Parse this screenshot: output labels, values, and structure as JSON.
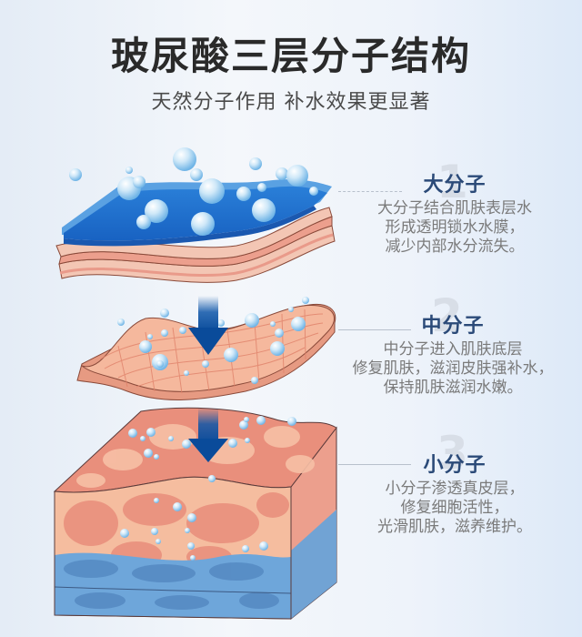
{
  "header": {
    "title": "玻尿酸三层分子结构",
    "subtitle": "天然分子作用 补水效果更显著"
  },
  "layers": [
    {
      "number": "1",
      "name": "大分子",
      "description": [
        "大分子结合肌肤表层水",
        "形成透明锁水水膜，",
        "减少内部水分流失。"
      ]
    },
    {
      "number": "2",
      "name": "中分子",
      "description": [
        "中分子进入肌肤底层",
        "修复肌肤，滋润皮肤强补水，",
        "保持肌肤滋润水嫩。"
      ]
    },
    {
      "number": "3",
      "name": "小分子",
      "description": [
        "小分子渗透真皮层，",
        "修复细胞活性，",
        "光滑肌肤，滋养维护。"
      ]
    }
  ],
  "icons": {
    "arrows": [
      "arrow-down-icon",
      "arrow-down-icon"
    ],
    "bubbles": "water-bubble-icon"
  },
  "colors": {
    "title": "#2a2a2a",
    "heading": "#2b4a78",
    "text": "#7a7a7a",
    "water_blue": "#1e6fcf",
    "skin_pink": "#eb9a85",
    "skin_light": "#f7c7ae",
    "arrow": "#0d55a8"
  }
}
